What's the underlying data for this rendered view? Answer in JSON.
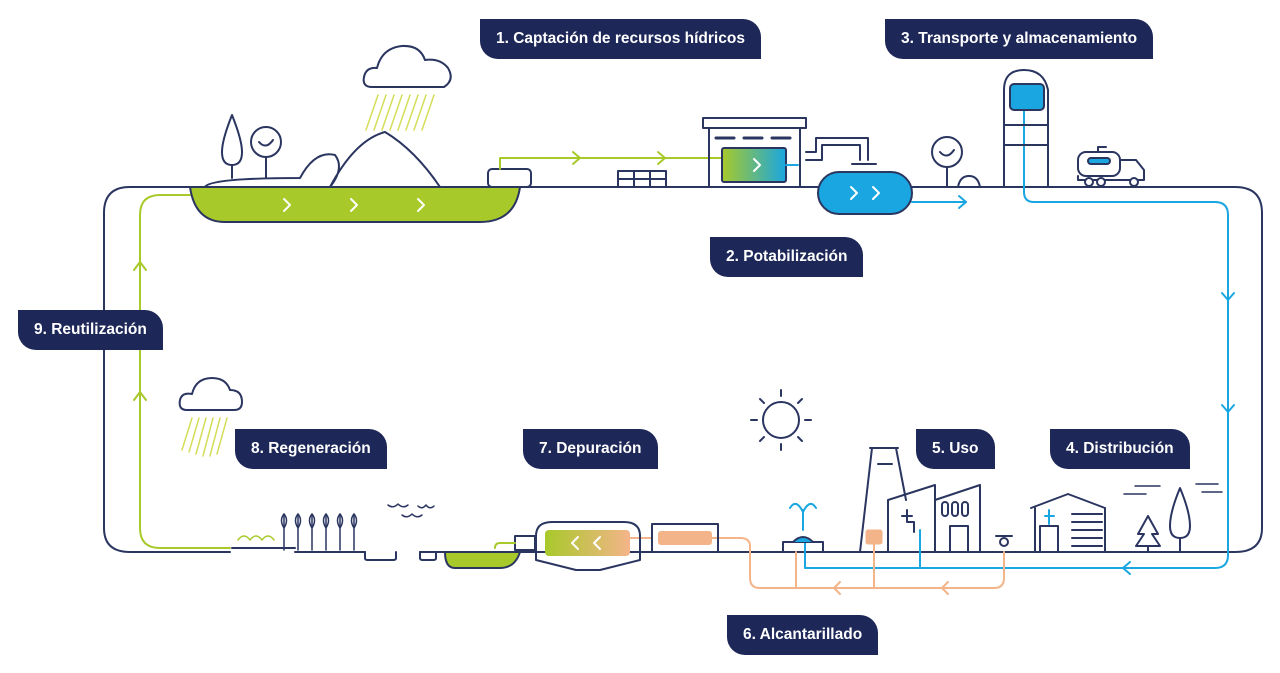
{
  "stages": [
    {
      "id": "captacion",
      "label": "1. Captación de recursos hídricos"
    },
    {
      "id": "potabilizacion",
      "label": "2. Potabilización"
    },
    {
      "id": "transporte",
      "label": "3. Transporte y almacenamiento"
    },
    {
      "id": "distribucion",
      "label": "4. Distribución"
    },
    {
      "id": "uso",
      "label": "5. Uso"
    },
    {
      "id": "alcantarillado",
      "label": "6. Alcantarillado"
    },
    {
      "id": "depuracion",
      "label": "7. Depuración"
    },
    {
      "id": "regeneracion",
      "label": "8. Regeneración"
    },
    {
      "id": "reutilizacion",
      "label": "9. Reutilización"
    }
  ],
  "colors": {
    "label_bg": "#1d2758",
    "label_text": "#ffffff",
    "outline": "#2a3560",
    "green": "#a8c92a",
    "blue": "#1aa6e0",
    "light_blue": "#58c3ec",
    "orange": "#f4b48a"
  },
  "icons": [
    "cloud-icon",
    "rain-icon",
    "tree-icon",
    "hill-icon",
    "factory-icon",
    "tank-icon",
    "water-tower-icon",
    "truck-icon",
    "house-icon",
    "sun-icon",
    "fountain-icon",
    "wheat-icon",
    "birds-icon",
    "arrow-icon"
  ]
}
